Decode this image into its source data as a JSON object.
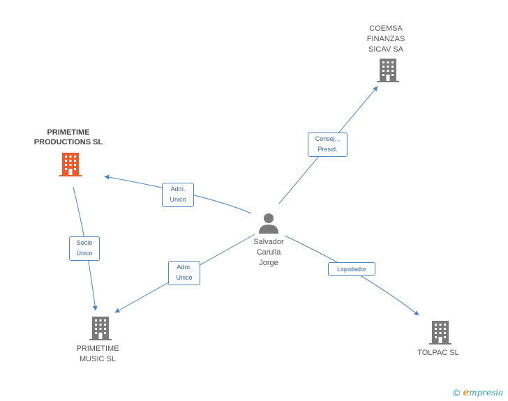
{
  "nodes": {
    "primetime_productions": {
      "label_line1": "PRIMETIME",
      "label_line2": "PRODUCTIONS SL",
      "color": "#f05a28"
    },
    "coemsa": {
      "label_line1": "COEMSA",
      "label_line2": "FINANZAS",
      "label_line3": "SICAV SA",
      "color": "#7a7a7a"
    },
    "person": {
      "label_line1": "Salvador",
      "label_line2": "Carulla",
      "label_line3": "Jorge",
      "color": "#7a7a7a"
    },
    "primetime_music": {
      "label_line1": "PRIMETIME",
      "label_line2": "MUSIC SL",
      "color": "#7a7a7a"
    },
    "tolpac": {
      "label_line1": "TOLPAC SL",
      "color": "#7a7a7a"
    }
  },
  "edges": {
    "consej": {
      "line1": "Consej. ,",
      "line2": "Presid."
    },
    "adm_prod": {
      "line1": "Adm.",
      "line2": "Unico"
    },
    "socio": {
      "line1": "Socio",
      "line2": "Único"
    },
    "adm_music": {
      "line1": "Adm.",
      "line2": "Unico"
    },
    "liquidador": {
      "line1": "Liquidador"
    }
  },
  "colors": {
    "edge": "#4a86c8",
    "edge_label_text": "#2f66a8"
  },
  "brand": {
    "copyright": "©",
    "initial": "e",
    "rest": "mpresia"
  }
}
